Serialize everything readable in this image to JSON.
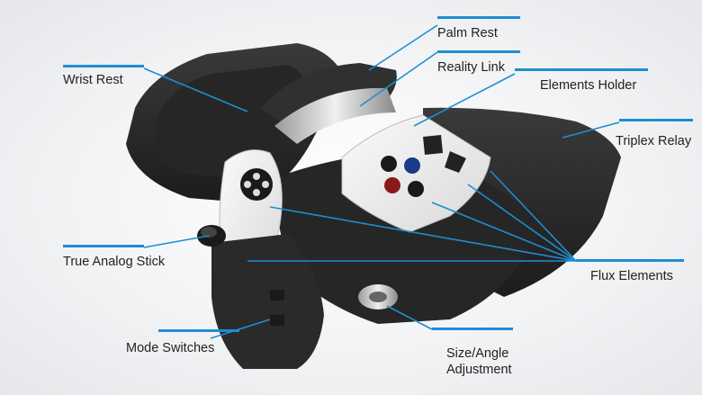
{
  "accent_color": "#1e8ed0",
  "device_color": "#2b2b2b",
  "labels": {
    "palm_rest": "Palm Rest",
    "reality_link": "Reality Link",
    "wrist_rest": "Wrist Rest",
    "elements_holder": "Elements Holder",
    "triplex_relay": "Triplex Relay",
    "true_analog_stick": "True Analog Stick",
    "flux_elements": "Flux Elements",
    "mode_switches": "Mode Switches",
    "size_angle_line1": "Size/Angle",
    "size_angle_line2": "Adjustment"
  },
  "icons": [
    "grip-logo-icon",
    "arrow-icon",
    "face-button-icon",
    "dpad-icon"
  ]
}
